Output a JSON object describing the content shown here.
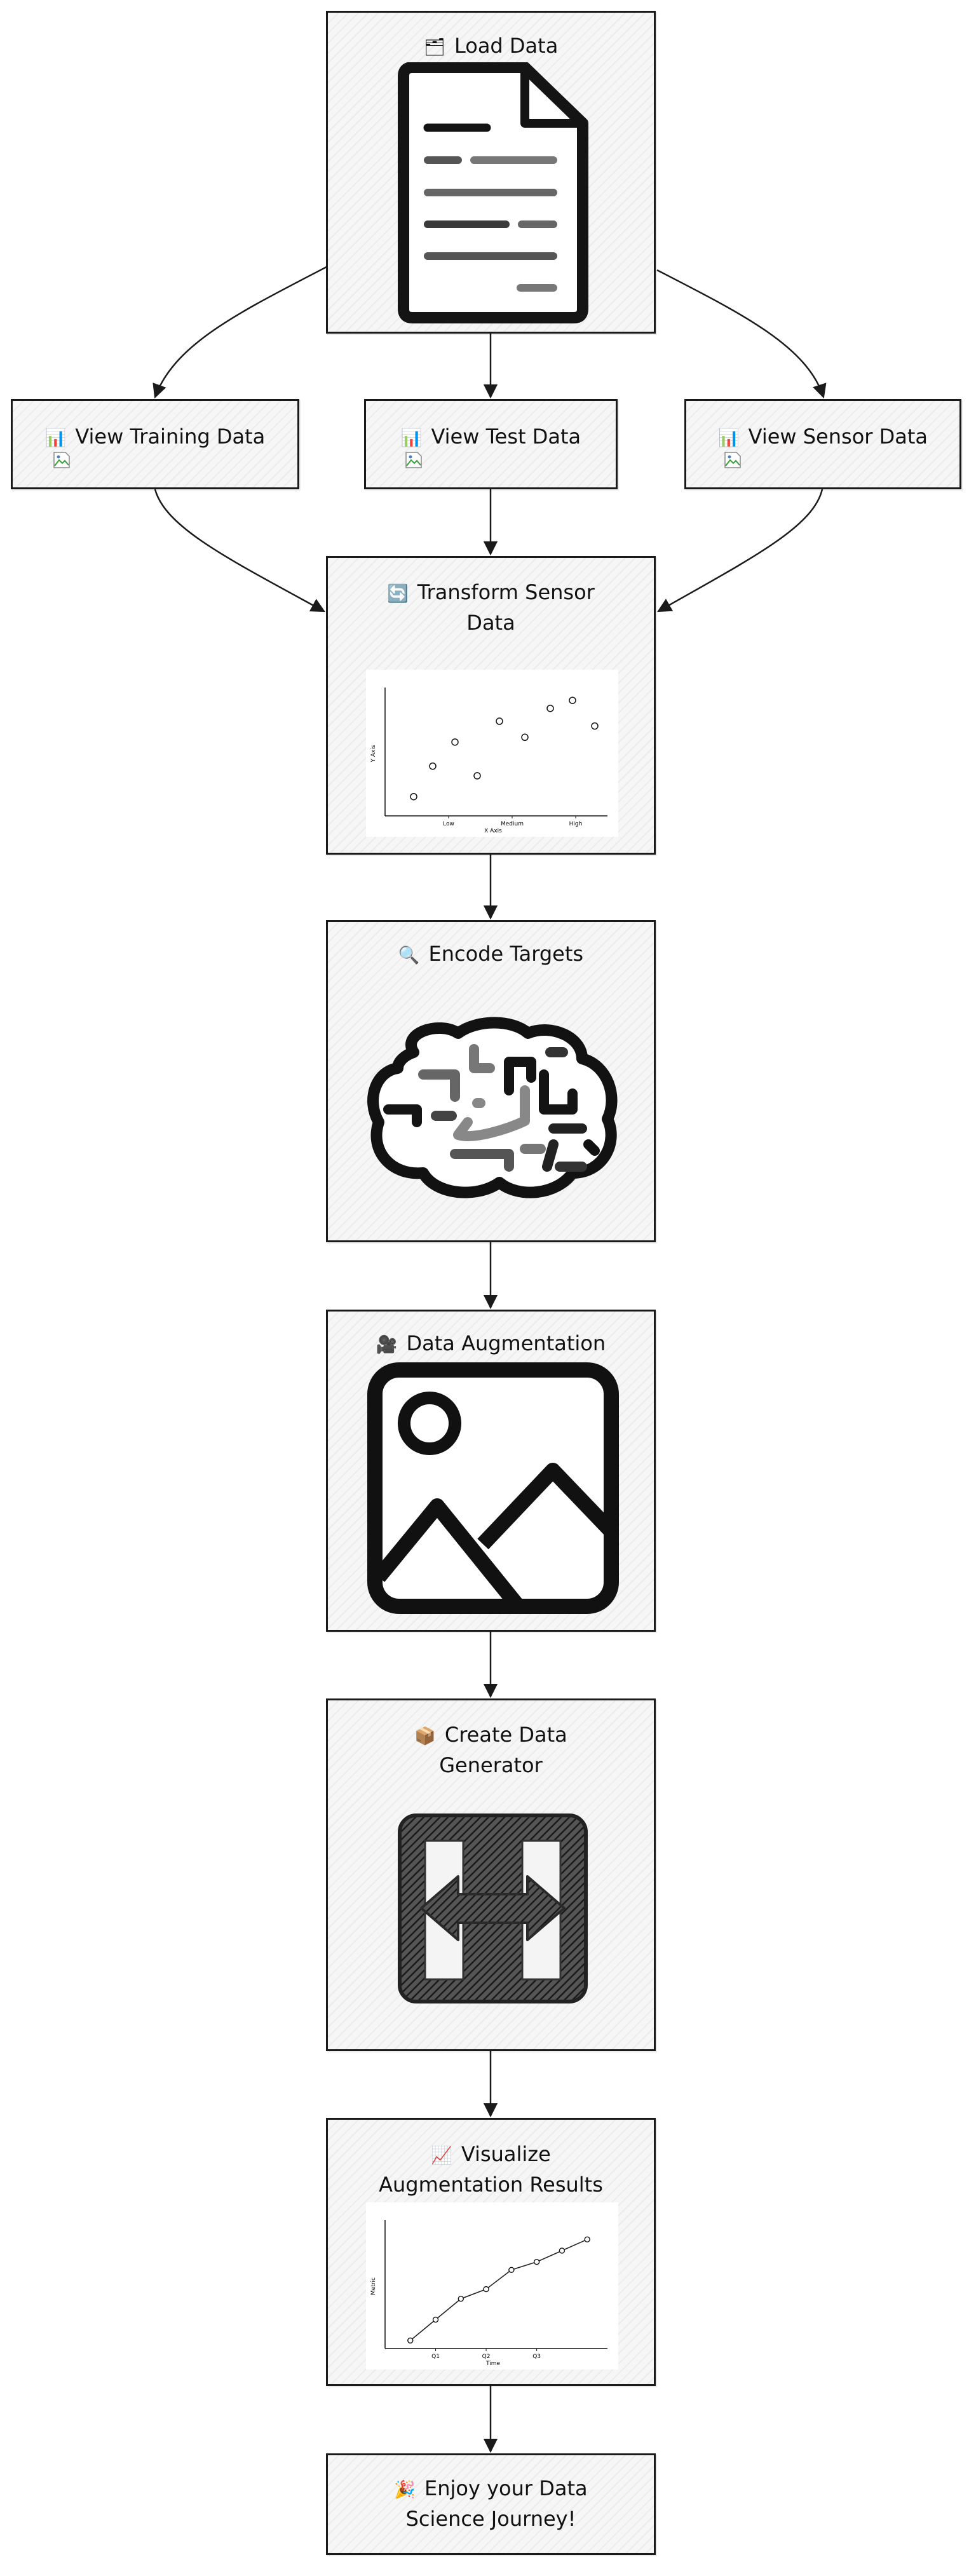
{
  "nodes": {
    "load": {
      "icon": "🗂",
      "label": "Load Data",
      "picture": "document-icon"
    },
    "view_training": {
      "icon": "📊",
      "label": "View Training Data"
    },
    "view_test": {
      "icon": "📊",
      "label": "View Test Data"
    },
    "view_sensor": {
      "icon": "📊",
      "label": "View Sensor Data"
    },
    "transform": {
      "icon": "🔄",
      "label_line1": "Transform Sensor",
      "label_line2": "Data"
    },
    "encode": {
      "icon": "🔍",
      "label": "Encode Targets",
      "picture": "brain-icon"
    },
    "augment": {
      "icon": "🎥",
      "label": "Data Augmentation",
      "picture": "image-icon"
    },
    "generator": {
      "icon": "📦",
      "label_line1": "Create Data",
      "label_line2": "Generator",
      "picture": "transfer-icon"
    },
    "visualize": {
      "icon": "📈",
      "label_line1": "Visualize",
      "label_line2": "Augmentation Results"
    },
    "enjoy": {
      "icon": "🎉",
      "label_line1": "Enjoy your Data",
      "label_line2": "Science Journey!"
    }
  },
  "chart_data": [
    {
      "type": "scatter",
      "xlabel": "X Axis",
      "ylabel": "Y Axis",
      "categories": [
        "Low",
        "Medium",
        "High"
      ],
      "points": [
        {
          "x": 0.45,
          "y": 1.2
        },
        {
          "x": 0.75,
          "y": 3.1
        },
        {
          "x": 1.1,
          "y": 4.6
        },
        {
          "x": 1.45,
          "y": 2.5
        },
        {
          "x": 1.8,
          "y": 5.9
        },
        {
          "x": 2.2,
          "y": 4.9
        },
        {
          "x": 2.6,
          "y": 6.7
        },
        {
          "x": 2.95,
          "y": 7.2
        },
        {
          "x": 3.3,
          "y": 5.6
        }
      ]
    },
    {
      "type": "line",
      "xlabel": "Time",
      "ylabel": "Metric",
      "categories": [
        "Q1",
        "Q2",
        "Q3"
      ],
      "points": [
        {
          "x": 0.5,
          "y": 0.5
        },
        {
          "x": 1.0,
          "y": 1.8
        },
        {
          "x": 1.5,
          "y": 3.1
        },
        {
          "x": 2.0,
          "y": 3.7
        },
        {
          "x": 2.5,
          "y": 4.9
        },
        {
          "x": 3.0,
          "y": 5.4
        },
        {
          "x": 3.5,
          "y": 6.1
        },
        {
          "x": 4.0,
          "y": 6.8
        }
      ]
    }
  ]
}
